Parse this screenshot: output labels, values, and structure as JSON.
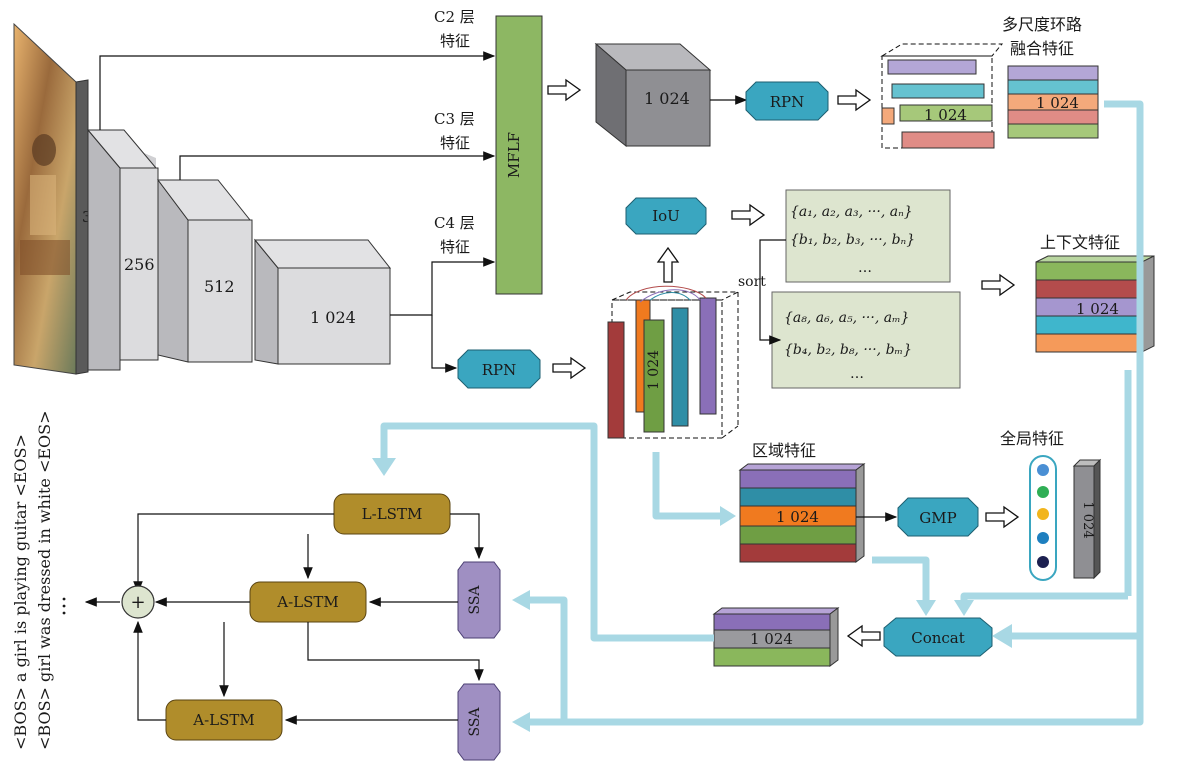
{
  "labels": {
    "c2": "C2 层",
    "c3": "C3 层",
    "c4": "C4 层",
    "feat": "特征",
    "mflf": "MFLF",
    "rpn": "RPN",
    "iou": "IoU",
    "sort": "sort",
    "multiscale_line1": "多尺度环路",
    "multiscale_line2": "融合特征",
    "context": "上下文特征",
    "region": "区域特征",
    "global": "全局特征",
    "gmp": "GMP",
    "concat": "Concat",
    "l_lstm": "L-LSTM",
    "a_lstm": "A-LSTM",
    "ssa": "SSA",
    "plus": "+",
    "ellipsis": "…",
    "dots": "···"
  },
  "cnn_channels": [
    "3",
    "256",
    "512",
    "1 024"
  ],
  "dims": {
    "d1024": "1 024"
  },
  "sets": {
    "top_a": "{a₁, a₂, a₃, ···, aₙ}",
    "top_b": "{b₁, b₂, b₃, ···, bₙ}",
    "sorted_a": "{a₈, a₆, a₅, ···, aₘ}",
    "sorted_b": "{b₄, b₂, b₈, ···, bₘ}"
  },
  "captions": {
    "line1": "<BOS> a girl is playing guitar <EOS>",
    "line2": "<BOS> girl was dressed in white <EOS>"
  },
  "colors": {
    "mflf": "#8db763",
    "teal_box": "#3aa6c0",
    "lstm": "#b08d2b",
    "ssa": "#9f8fc2",
    "bright_arrow": "#a8d8e4",
    "set_panel": "#dde5cf",
    "stack_purple": "#b3a6d6",
    "stack_teal": "#65c2d0",
    "stack_orange": "#f4a97b",
    "stack_pink": "#e08c86",
    "stack_green": "#a6c87a",
    "ctx_green": "#8ab75c",
    "ctx_red": "#b34c4c",
    "ctx_purple": "#a596cf",
    "ctx_teal": "#3fb6cc",
    "ctx_orange": "#f59a5a",
    "reg_purple": "#8a6fb8",
    "reg_teal": "#2f8ea6",
    "reg_orange": "#f07a1f",
    "reg_green": "#6f9e44",
    "reg_red": "#a33b3b"
  },
  "icons": [
    "hollow-arrow-icon",
    "plus-circle-icon",
    "dotted-global-vector-icon"
  ]
}
